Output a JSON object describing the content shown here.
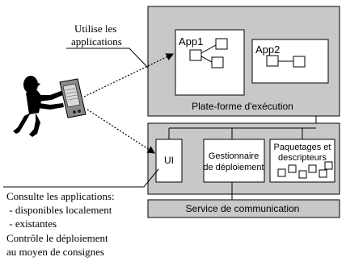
{
  "annotations": {
    "uses_apps": [
      "Utilise les",
      "applications"
    ],
    "consult": {
      "heading": "Consulte les applications:",
      "items": [
        " - disponibles localement",
        " - existantes"
      ],
      "control": [
        "Contrôle le déploiement",
        "au moyen de consignes"
      ]
    }
  },
  "platform": {
    "label": "Plate-forme d'exécution",
    "apps": [
      {
        "label": "App1"
      },
      {
        "label": "App2"
      }
    ]
  },
  "middleware": {
    "ui_label": "UI",
    "deploy_manager": [
      "Gestionnaire",
      "de déploiement"
    ],
    "packages": [
      "Paquetages et",
      "descripteurs"
    ],
    "comm_service": "Service de communication"
  }
}
